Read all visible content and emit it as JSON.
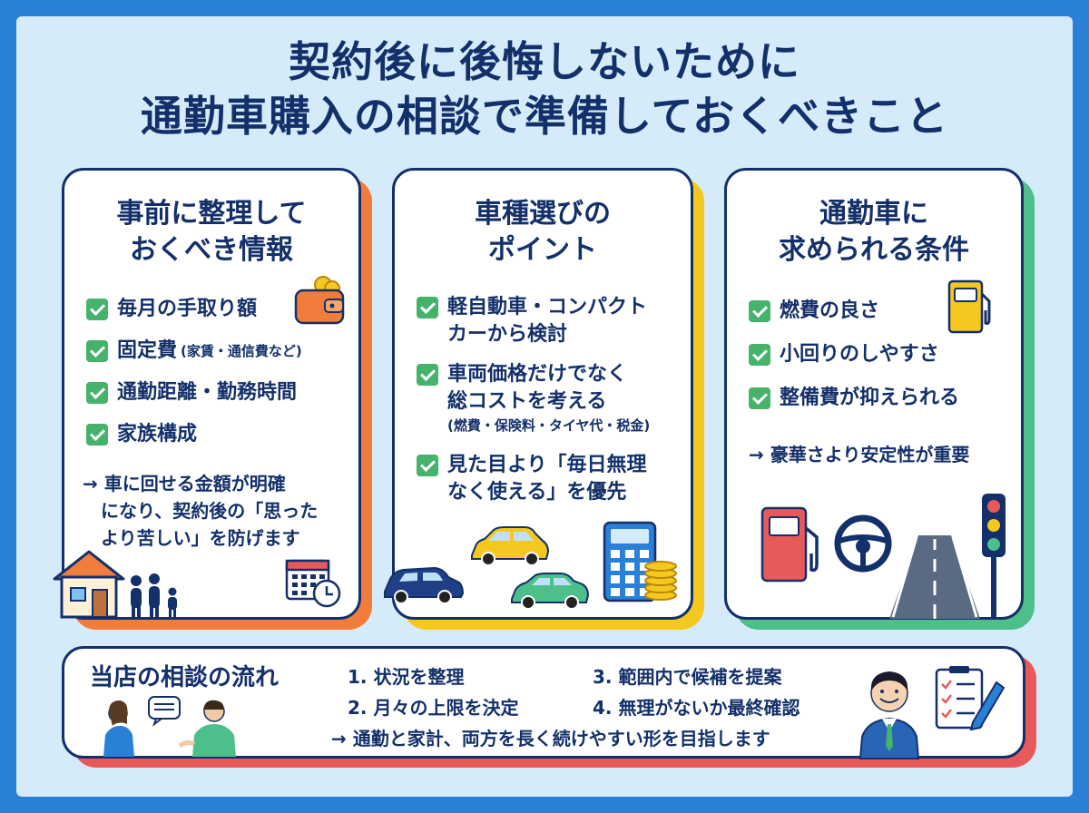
{
  "title": {
    "line1": "契約後に後悔しないために",
    "line2": "通勤車購入の相談で準備しておくべきこと"
  },
  "card1": {
    "title_line1": "事前に整理して",
    "title_line2": "おくべき情報",
    "items": [
      "毎月の手取り額",
      "固定費",
      "通勤距離・勤務時間",
      "家族構成"
    ],
    "item2_note": "(家賃・通信費など)",
    "note_line1": "→ 車に回せる金額が明確",
    "note_line2": "になり、契約後の「思った",
    "note_line3": "より苦しい」を防げます"
  },
  "card2": {
    "title_line1": "車種選びの",
    "title_line2": "ポイント",
    "item1_line1": "軽自動車・コンパクト",
    "item1_line2": "カーから検討",
    "item2_line1": "車両価格だけでなく",
    "item2_line2": "総コストを考える",
    "item2_note": "(燃費・保険料・タイヤ代・税金)",
    "item3_line1": "見た目より「毎日無理",
    "item3_line2": "なく使える」を優先"
  },
  "card3": {
    "title_line1": "通勤車に",
    "title_line2": "求められる条件",
    "items": [
      "燃費の良さ",
      "小回りのしやすさ",
      "整備費が抑えられる"
    ],
    "note": "→ 豪華さより安定性が重要"
  },
  "flow": {
    "title": "当店の相談の流れ",
    "steps": [
      "1. 状況を整理",
      "2. 月々の上限を決定",
      "3. 範囲内で候補を提案",
      "4. 無理がないか最終確認"
    ],
    "note": "→ 通勤と家計、両方を長く続けやすい形を目指します"
  },
  "colors": {
    "navy": "#14306a",
    "orange": "#f07d3c",
    "yellow": "#f5c81f",
    "green": "#4cbf8a",
    "red": "#e85a5a",
    "check": "#45b36b",
    "bg": "#d6ebfa",
    "border": "#2a7fd6"
  },
  "icons": [
    "wallet-icon",
    "house-icon",
    "family-icon",
    "calendar-icon",
    "car-icon",
    "calculator-icon",
    "coins-icon",
    "fuel-pump-icon",
    "steering-wheel-icon",
    "road-icon",
    "traffic-light-icon",
    "consultation-icon",
    "staff-icon",
    "checklist-icon"
  ]
}
